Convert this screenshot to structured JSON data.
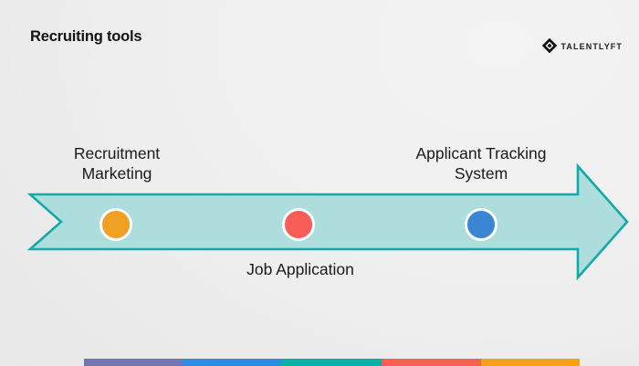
{
  "slide": {
    "title": "Recruiting tools",
    "background_color": "#ececec"
  },
  "logo": {
    "text": "TalentLyft",
    "mark_name": "diamond-logo-mark",
    "color": "#1d1d1d"
  },
  "diagram": {
    "type": "process-arrow",
    "direction": "left-to-right",
    "arrow_fill": "#addedd",
    "arrow_stroke": "#17a8a8",
    "stages": [
      {
        "id": "recruitment-marketing",
        "label": "Recruitment\nMarketing",
        "label_position": "above",
        "dot_color": "#f0a022"
      },
      {
        "id": "job-application",
        "label": "Job Application",
        "label_position": "below",
        "dot_color": "#fa5d58"
      },
      {
        "id": "applicant-tracking-system",
        "label": "Applicant Tracking\nSystem",
        "label_position": "above",
        "dot_color": "#3b86d4"
      }
    ]
  },
  "color_bar": {
    "segments": [
      {
        "name": "purple",
        "color": "#6f75b0",
        "width": 108
      },
      {
        "name": "blue",
        "color": "#2e8bdf",
        "width": 107
      },
      {
        "name": "teal",
        "color": "#00b3a4",
        "width": 111
      },
      {
        "name": "coral",
        "color": "#fc6055",
        "width": 109
      },
      {
        "name": "orange",
        "color": "#f5a313",
        "width": 108
      }
    ]
  }
}
